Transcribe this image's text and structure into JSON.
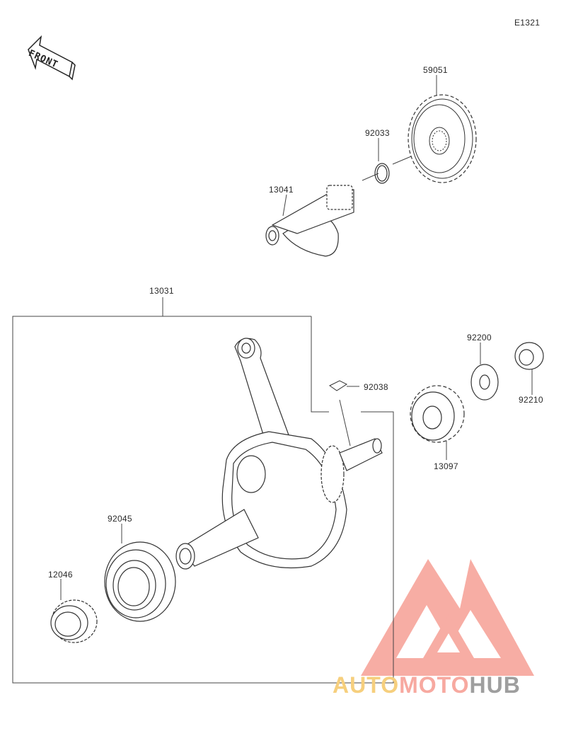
{
  "diagram_code": "E1321",
  "front_label": "FRONT",
  "parts": {
    "p59051": "59051",
    "p92033": "92033",
    "p13041": "13041",
    "p13031": "13031",
    "p92038": "92038",
    "p92200": "92200",
    "p92210": "92210",
    "p13097": "13097",
    "p92045": "92045",
    "p12046": "12046"
  },
  "watermark": {
    "part1": "AUTO",
    "part2": "MOTO",
    "part3": "HUB",
    "color_auto": "#f6cf7d",
    "color_moto": "#f7a9a0",
    "color_hub": "#9e9e9e",
    "logo_color": "#f26b5b"
  }
}
